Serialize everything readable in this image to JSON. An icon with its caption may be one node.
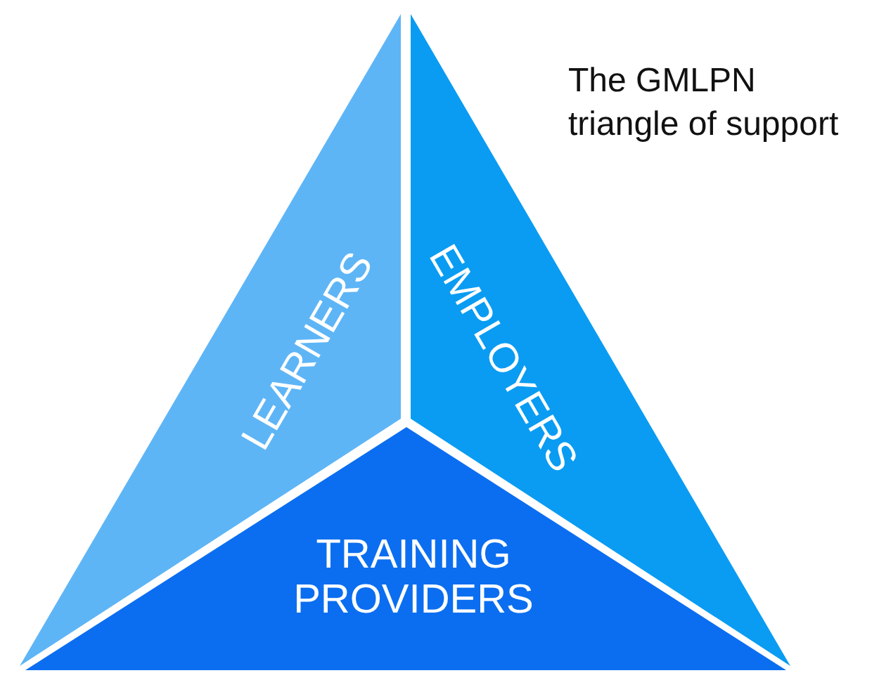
{
  "diagram": {
    "title": "The GMLPN triangle of support",
    "nodes": [
      {
        "text": [
          "LEARNERS"
        ]
      },
      {
        "text": [
          "EMPLOYERS"
        ]
      },
      {
        "text": [
          "TRAINING PROVIDERS"
        ]
      }
    ]
  }
}
